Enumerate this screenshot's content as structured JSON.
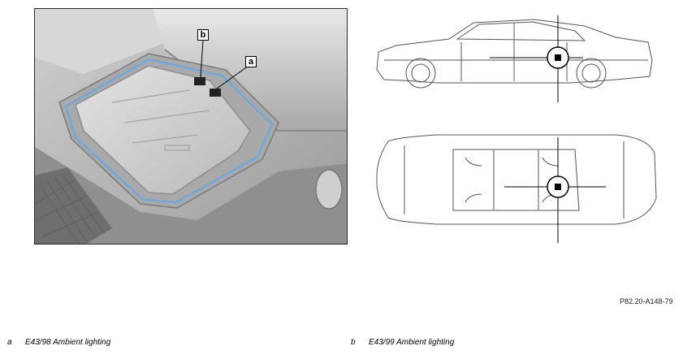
{
  "photo": {
    "callouts": [
      {
        "id": "a",
        "label": "a"
      },
      {
        "id": "b",
        "label": "b"
      }
    ]
  },
  "figure_code": "P82.20-A148-79",
  "legend": [
    {
      "key": "a",
      "text": "E43/98 Ambient lighting"
    },
    {
      "key": "b",
      "text": "E43/99 Ambient lighting"
    }
  ],
  "colors": {
    "photo_background": "#bdbdbd",
    "light_strip": "#6fa8dc",
    "line_art": "#555555",
    "marker": "#000000"
  }
}
